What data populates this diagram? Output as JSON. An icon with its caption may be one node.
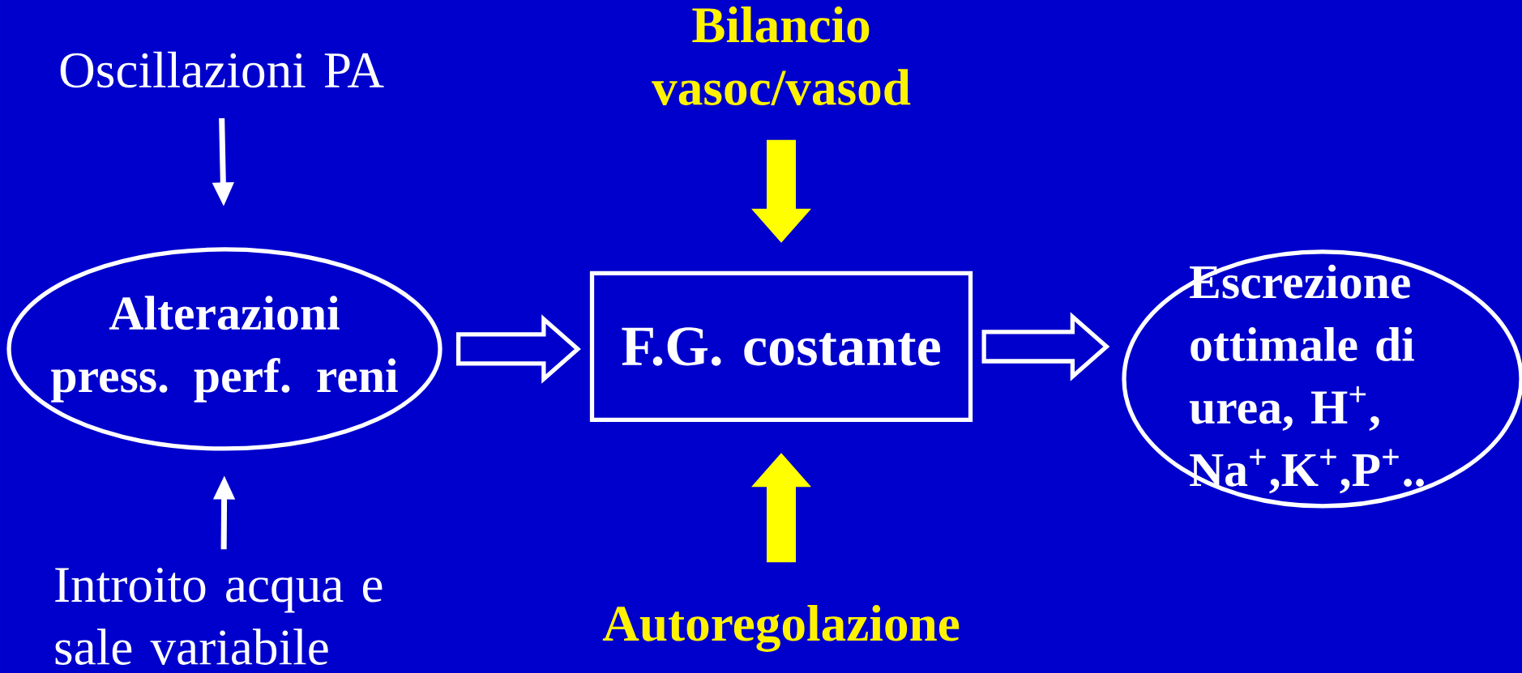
{
  "diagram": {
    "nodes": [
      {
        "text": [
          "Oscillazioni PA"
        ]
      },
      {
        "text": [
          "Bilancio vasoc/vasod"
        ]
      },
      {
        "text": [
          "Alterazioni press. perf. reni"
        ]
      },
      {
        "text": [
          "F.G. costante"
        ]
      },
      {
        "text": [
          "Escrezione ottimale di urea, H$^{+}$, Na$^{+}$,K$^{+}$,P$^{+}$.."
        ]
      },
      {
        "text": [
          "Introito acqua e sale variabile"
        ]
      },
      {
        "text": [
          "Autoregolazione"
        ]
      }
    ],
    "edges": [
      {
        "from": 0,
        "to": 2,
        "arrow": "to"
      },
      {
        "from": 5,
        "to": 2,
        "arrow": "to"
      },
      {
        "from": 2,
        "to": 3,
        "arrow": "to",
        "style": "thick"
      },
      {
        "from": 3,
        "to": 4,
        "arrow": "to",
        "style": "thick"
      },
      {
        "from": 1,
        "to": 3,
        "arrow": "to",
        "style": "thick",
        "color": "#ffff00"
      },
      {
        "from": 6,
        "to": 3,
        "arrow": "to",
        "style": "thick",
        "color": "#ffff00"
      }
    ]
  }
}
